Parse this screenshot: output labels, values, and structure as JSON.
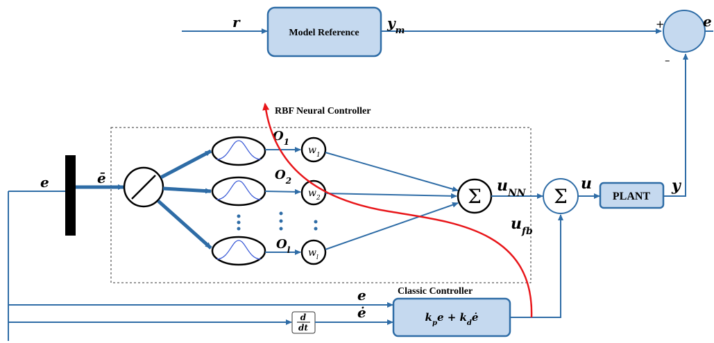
{
  "model_reference": {
    "label": "Model Reference",
    "input": "r",
    "output_html": "y<tspan baseline-shift='sub' font-size='13'>m</tspan>"
  },
  "summing_error": {
    "plus": "+",
    "minus": "–",
    "output": "e"
  },
  "rbf_controller": {
    "title": "RBF Neural Controller",
    "input_e": "e",
    "input_ebar": "ē",
    "neurons": [
      "O1",
      "O2",
      "Ol"
    ],
    "weights": [
      "w1",
      "w2",
      "wl"
    ],
    "sum_symbol": "Σ",
    "output": "uNN"
  },
  "classic_controller": {
    "title": "Classic Controller",
    "formula": "kpe + kdė",
    "input_e": "e",
    "input_edot": "ė",
    "derivative_num": "d",
    "derivative_den": "dt",
    "output": "ufb"
  },
  "plant": {
    "label": "PLANT",
    "input": "u",
    "output": "y"
  },
  "colors": {
    "block_fill": "#c5d9ef",
    "line": "#2e6ca6",
    "red_curve": "#e8161a"
  }
}
